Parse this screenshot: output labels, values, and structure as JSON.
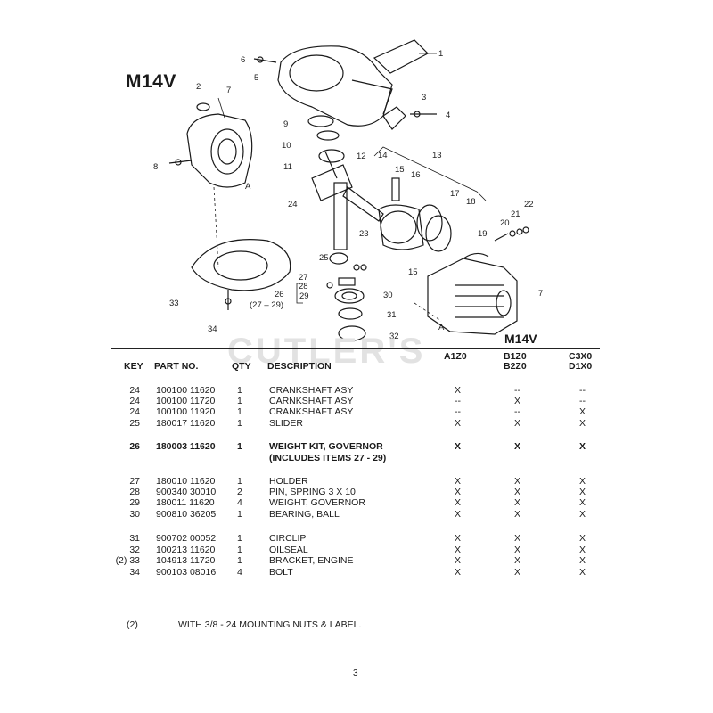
{
  "diagram": {
    "model": "M14V",
    "callouts": [
      "1",
      "2",
      "3",
      "4",
      "5",
      "6",
      "7",
      "8",
      "9",
      "10",
      "11",
      "12",
      "13",
      "14",
      "15",
      "16",
      "17",
      "18",
      "19",
      "20",
      "21",
      "22",
      "23",
      "24",
      "25",
      "26",
      "27",
      "28",
      "29",
      "(27 – 29)",
      "30",
      "31",
      "32",
      "33",
      "34",
      "15",
      "7",
      "A",
      "A"
    ]
  },
  "watermark": "CUTLER'S",
  "table": {
    "model": "M14V",
    "headers": {
      "key": "KEY",
      "part": "PART NO.",
      "qty": "QTY",
      "desc": "DESCRIPTION",
      "a": "A1Z0",
      "b1": "B1Z0",
      "b2": "B2Z0",
      "c1": "C3X0",
      "c2": "D1X0"
    },
    "rows": [
      {
        "key": "24",
        "part": "100100 11620",
        "qty": "1",
        "desc": "CRANKSHAFT ASY",
        "a": "X",
        "b": "--",
        "c": "--"
      },
      {
        "key": "24",
        "part": "100100 11720",
        "qty": "1",
        "desc": "CARNKSHAFT ASY",
        "a": "--",
        "b": "X",
        "c": "--"
      },
      {
        "key": "24",
        "part": "100100 11920",
        "qty": "1",
        "desc": "CRANKSHAFT ASY",
        "a": "--",
        "b": "--",
        "c": "X"
      },
      {
        "key": "25",
        "part": "180017 11620",
        "qty": "1",
        "desc": "SLIDER",
        "a": "X",
        "b": "X",
        "c": "X"
      },
      {
        "key": "26",
        "part": "180003 11620",
        "qty": "1",
        "desc": "WEIGHT KIT, GOVERNOR",
        "a": "X",
        "b": "X",
        "c": "X"
      },
      {
        "key": "",
        "part": "",
        "qty": "",
        "desc": "(INCLUDES ITEMS 27 - 29)",
        "a": "",
        "b": "",
        "c": ""
      },
      {
        "key": "27",
        "part": "180010 11620",
        "qty": "1",
        "desc": "HOLDER",
        "a": "X",
        "b": "X",
        "c": "X"
      },
      {
        "key": "28",
        "part": "900340 30010",
        "qty": "2",
        "desc": "PIN, SPRING 3 X 10",
        "a": "X",
        "b": "X",
        "c": "X"
      },
      {
        "key": "29",
        "part": "180011 11620",
        "qty": "4",
        "desc": "WEIGHT, GOVERNOR",
        "a": "X",
        "b": "X",
        "c": "X"
      },
      {
        "key": "30",
        "part": "900810 36205",
        "qty": "1",
        "desc": "BEARING, BALL",
        "a": "X",
        "b": "X",
        "c": "X"
      },
      {
        "key": "31",
        "part": "900702 00052",
        "qty": "1",
        "desc": "CIRCLIP",
        "a": "X",
        "b": "X",
        "c": "X"
      },
      {
        "key": "32",
        "part": "100213 11620",
        "qty": "1",
        "desc": "OILSEAL",
        "a": "X",
        "b": "X",
        "c": "X"
      },
      {
        "key": "(2) 33",
        "part": "104913 11720",
        "qty": "1",
        "desc": "BRACKET, ENGINE",
        "a": "X",
        "b": "X",
        "c": "X"
      },
      {
        "key": "34",
        "part": "900103 08016",
        "qty": "4",
        "desc": "BOLT",
        "a": "X",
        "b": "X",
        "c": "X"
      }
    ]
  },
  "footnote": {
    "number": "(2)",
    "text": "WITH 3/8 - 24  MOUNTING NUTS & LABEL."
  },
  "page_number": "3"
}
